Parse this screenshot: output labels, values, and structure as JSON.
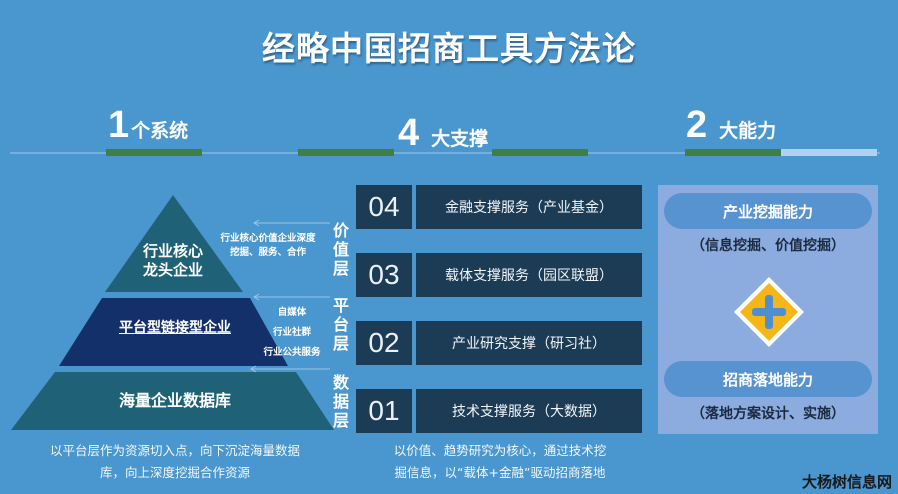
{
  "title": "经略中国招商工具方法论",
  "sections": [
    {
      "num": "1",
      "label": "个系统"
    },
    {
      "num": "4",
      "label": "大支撑"
    },
    {
      "num": "2",
      "label": "大能力"
    }
  ],
  "colors": {
    "background": "#4a97d0",
    "pyramid_teal": "#1f6277",
    "pyramid_navy": "#14306b",
    "row_box": "#1c3b55",
    "accent_bar": "#3f7f3f",
    "panel": "#8cace0",
    "pill": "#5893d1",
    "diamond": "#f5b617"
  },
  "pyramid": {
    "top": {
      "label_line1": "行业核心",
      "label_line2": "龙头企业",
      "note_line1": "行业核心价值企业深度",
      "note_line2": "挖掘、服务、合作",
      "layer": "价值层"
    },
    "middle": {
      "label": "平台型链接型企业",
      "notes": [
        "自媒体",
        "行业社群",
        "行业公共服务"
      ],
      "layer": "平台层"
    },
    "bottom": {
      "label": "海量企业数据库",
      "layer": "数据层"
    },
    "caption_line1": "以平台层作为资源切入点，向下沉淀海量数据",
    "caption_line2": "库，向上深度挖掘合作资源"
  },
  "supports": [
    {
      "num": "04",
      "text": "金融支撑服务（产业基金）"
    },
    {
      "num": "03",
      "text": "载体支撑服务（园区联盟）"
    },
    {
      "num": "02",
      "text": "产业研究支撑（研习社）"
    },
    {
      "num": "01",
      "text": "技术支撑服务（大数据）"
    }
  ],
  "supports_caption_line1": "以价值、趋势研究为核心，通过技术挖",
  "supports_caption_line2": "掘信息，以“载体+金融”驱动招商落地",
  "capabilities": [
    {
      "title": "产业挖掘能力",
      "sub": "（信息挖掘、价值挖掘）"
    },
    {
      "title": "招商落地能力",
      "sub": "（落地方案设计、实施）"
    }
  ],
  "plus_icon": "plus-diamond-icon",
  "watermark": "大杨树信息网"
}
